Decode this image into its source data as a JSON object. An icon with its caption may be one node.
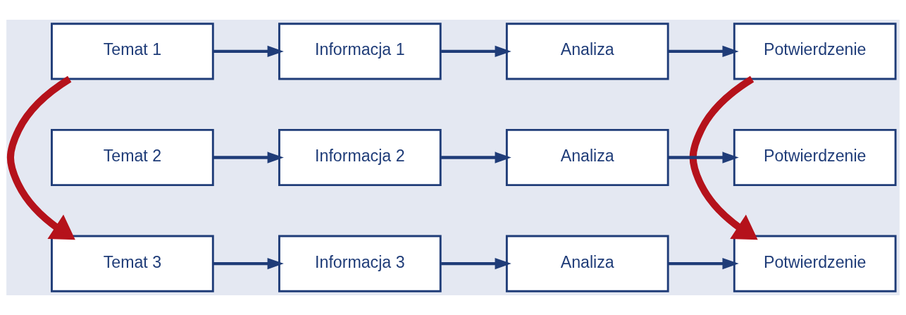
{
  "diagram": {
    "nodes": [
      {
        "text": [
          "Temat 1"
        ]
      },
      {
        "text": [
          "Informacja 1"
        ]
      },
      {
        "text": [
          "Analiza"
        ]
      },
      {
        "text": [
          "Potwierdzenie"
        ]
      },
      {
        "text": [
          "Temat 2"
        ]
      },
      {
        "text": [
          "Informacja 2"
        ]
      },
      {
        "text": [
          "Analiza"
        ]
      },
      {
        "text": [
          "Potwierdzenie"
        ]
      },
      {
        "text": [
          "Temat 3"
        ]
      },
      {
        "text": [
          "Informacja 3"
        ]
      },
      {
        "text": [
          "Analiza"
        ]
      },
      {
        "text": [
          "Potwierdzenie"
        ]
      }
    ],
    "edges": [
      {
        "from": 0,
        "to": 1,
        "arrow": "to"
      },
      {
        "from": 1,
        "to": 2,
        "arrow": "to"
      },
      {
        "from": 2,
        "to": 3,
        "arrow": "to"
      },
      {
        "from": 4,
        "to": 5,
        "arrow": "to"
      },
      {
        "from": 5,
        "to": 6,
        "arrow": "to"
      },
      {
        "from": 6,
        "to": 7,
        "arrow": "to"
      },
      {
        "from": 8,
        "to": 9,
        "arrow": "to"
      },
      {
        "from": 9,
        "to": 10,
        "arrow": "to"
      },
      {
        "from": 10,
        "to": 11,
        "arrow": "to"
      },
      {
        "from": 0,
        "to": 8,
        "arrow": "to",
        "style": "thick",
        "color": "#b5121b"
      },
      {
        "from": 3,
        "to": 11,
        "arrow": "to",
        "style": "thick",
        "color": "#b5121b"
      }
    ]
  }
}
